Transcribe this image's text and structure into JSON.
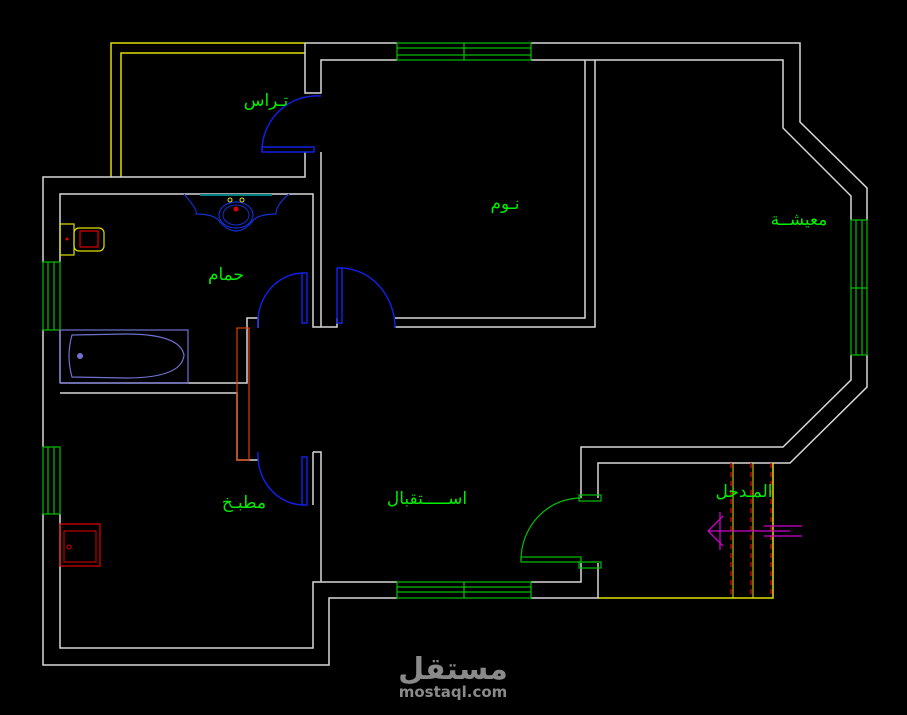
{
  "rooms": {
    "terrace": "تـراس",
    "bedroom": "نـوم",
    "living": "معيشــة",
    "bathroom": "حمام",
    "kitchen": "مطبـخ",
    "reception": "اســـــتقبال",
    "entrance": "المـدخل"
  },
  "watermark": {
    "logo": "مستقل",
    "site": "mostaql.com"
  },
  "colors": {
    "walls": "#d8d8d8",
    "labels": "#00ee00",
    "windows": "#00c000",
    "doors": "#1020e0",
    "terrace": "#e0e000",
    "entry_arrow": "#cc00cc"
  }
}
